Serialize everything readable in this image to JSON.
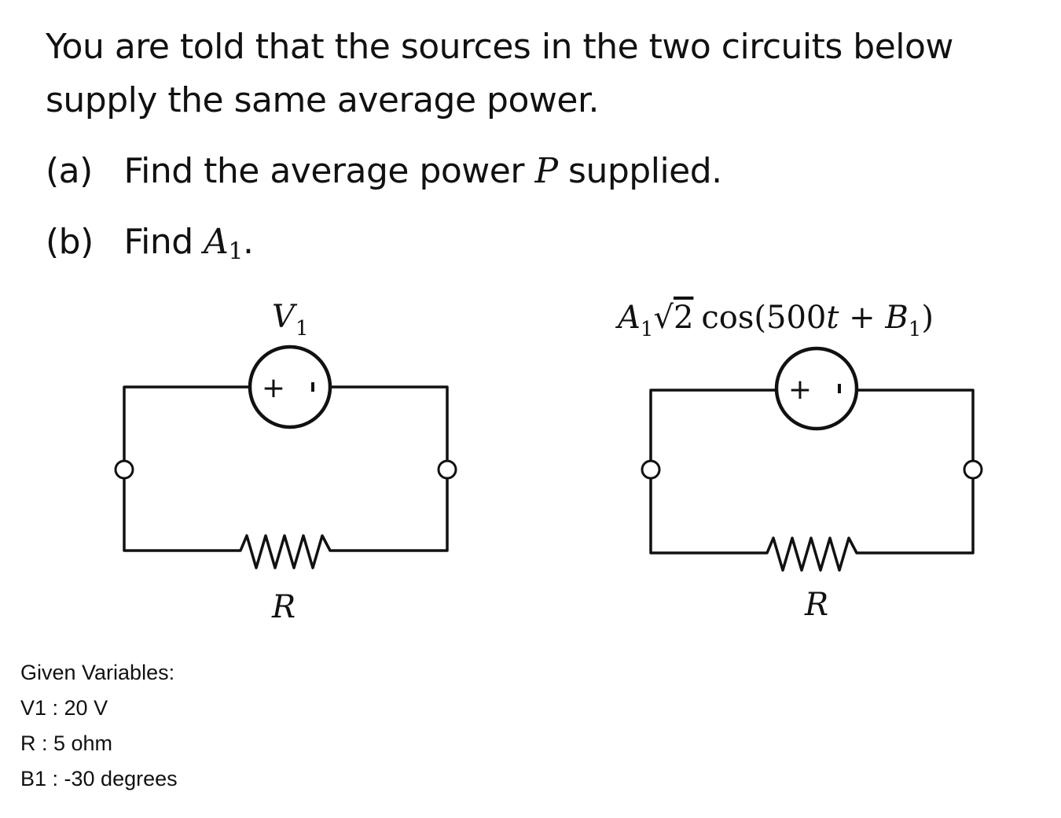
{
  "problem": {
    "intro": "You are told that the sources in the two circuits below supply the same average power.",
    "part_a": {
      "tag": "(a)",
      "text_before": "Find the average power",
      "symbol": "P",
      "text_after": "supplied."
    },
    "part_b": {
      "tag": "(b)",
      "text_before": "Find",
      "symbol": "A",
      "subscript": "1",
      "text_after": "."
    }
  },
  "circuits": {
    "left": {
      "source_label": "V",
      "source_subscript": "1",
      "plus_sign": "+",
      "minus_sign": "-",
      "resistor_label": "R"
    },
    "right": {
      "source_label_a": "A",
      "source_label_a_sub": "1",
      "source_label_sqrt": "√",
      "source_label_sqrt_arg": "2",
      "source_label_cos": "cos(500",
      "source_label_t": "t",
      "source_label_plus": " + ",
      "source_label_b": "B",
      "source_label_b_sub": "1",
      "source_label_close": ")",
      "plus_sign": "+",
      "minus_sign": "-",
      "resistor_label": "R"
    }
  },
  "given": {
    "title": "Given Variables:",
    "rows": [
      {
        "text": "V1 : 20 V"
      },
      {
        "text": "R : 5 ohm"
      },
      {
        "text": "B1 : -30 degrees"
      }
    ]
  }
}
